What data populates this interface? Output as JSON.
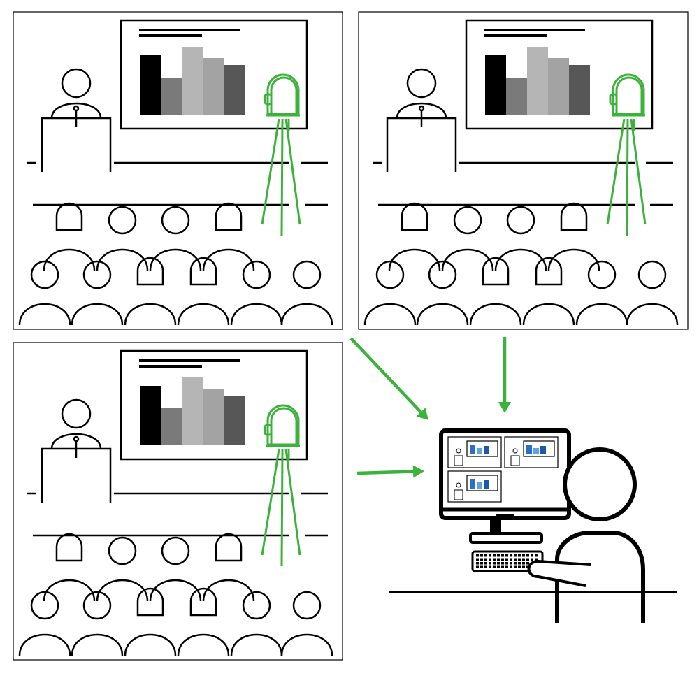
{
  "figure": {
    "description_items": [],
    "colors": {
      "line": "#000000",
      "camera": "#3bb33b",
      "arrow": "#3bb33b",
      "bars": [
        "#000000",
        "#7a7a7a",
        "#b5b5b5",
        "#a3a3a3",
        "#575757"
      ],
      "thumb_bars": [
        "#2a6fc9",
        "#5fa2e8",
        "#1e58a8"
      ]
    },
    "panels": [
      {
        "id": "lecture-room-1",
        "icon": "lecture-hall",
        "camera": "camera-icon",
        "chart_values": [
          85,
          53,
          97,
          81,
          71
        ]
      },
      {
        "id": "lecture-room-2",
        "icon": "lecture-hall",
        "camera": "camera-icon",
        "chart_values": [
          85,
          53,
          97,
          81,
          71
        ]
      },
      {
        "id": "lecture-room-3",
        "icon": "lecture-hall",
        "camera": "camera-icon",
        "chart_values": [
          85,
          53,
          97,
          81,
          71
        ]
      }
    ],
    "monitor_tiles": 3,
    "viewer": "person-at-computer-icon"
  }
}
